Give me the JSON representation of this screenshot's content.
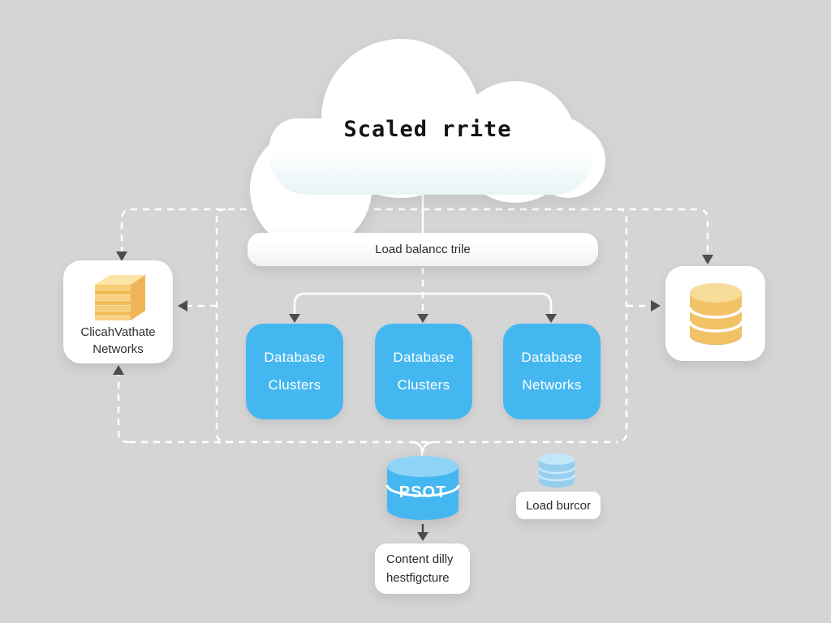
{
  "colors": {
    "background": "#d5d5d5",
    "node_white": "#ffffff",
    "accent_blue": "#45b7f0",
    "accent_blue_light": "#8ed4f7",
    "disc_blue": "#96cfee",
    "accent_yellow": "#f5c469",
    "accent_yellow_light": "#fbe3a3",
    "accent_yellow_dark": "#efb558",
    "connector_line": "#ffffff",
    "arrow": "#4d4d4d",
    "text_dark": "#2b2b2b",
    "text_light": "#ffffff"
  },
  "cloud": {
    "title": "Scaled rrite"
  },
  "load_balancer": {
    "label": "Load balancc trile"
  },
  "db_boxes": [
    {
      "label": "Database\nClusters"
    },
    {
      "label": "Database\nClusters"
    },
    {
      "label": "Database\nNetworks"
    }
  ],
  "cache_node": {
    "label": "ClicahVathate\nNetworks",
    "icon": "layer-stack-icon"
  },
  "storage_node": {
    "icon": "database-cylinder-icon"
  },
  "psot_node": {
    "label": "PSOT",
    "icon": "database-cylinder-icon"
  },
  "load_store": {
    "label": "Load burcor",
    "icon": "disc-stack-icon"
  },
  "content_node": {
    "label": "Content dilly\nhestfigcture"
  }
}
